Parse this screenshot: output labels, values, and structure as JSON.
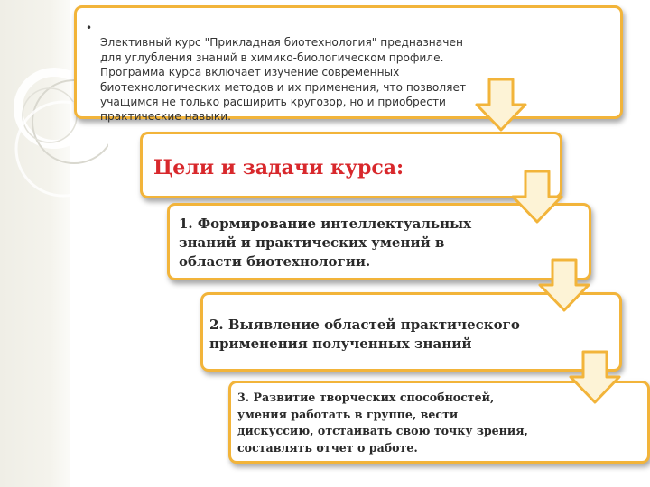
{
  "intro": {
    "text": "Элективный курс \"Прикладная биотехнология\" предназначен\nдля углубления знаний в химико-биологическом профиле.\nПрограмма курса включает изучение современных\nбиотехнологических методов и их применения, что позволяет\nучащимся не только расширить кругозор, но и приобрести\nпрактические навыки.",
    "bullet": "•"
  },
  "goals": {
    "title": "Цели и задачи курса:"
  },
  "steps": [
    {
      "text": "1. Формирование  интеллектуальных\nзнаний и практических умений в\nобласти биотехнологии."
    },
    {
      "text": "2. Выявление областей практического\nприменения полученных знаний"
    },
    {
      "text": "3. Развитие творческих способностей,\nумения работать в группе, вести\nдискуссию, отстаивать свою точку зрения,\nсоставлять отчет о работе."
    }
  ],
  "colors": {
    "border": "#f2b43a",
    "title": "#d8282c",
    "arrow_fill": "#fdf3d6",
    "arrow_stroke": "#f2b43a"
  }
}
